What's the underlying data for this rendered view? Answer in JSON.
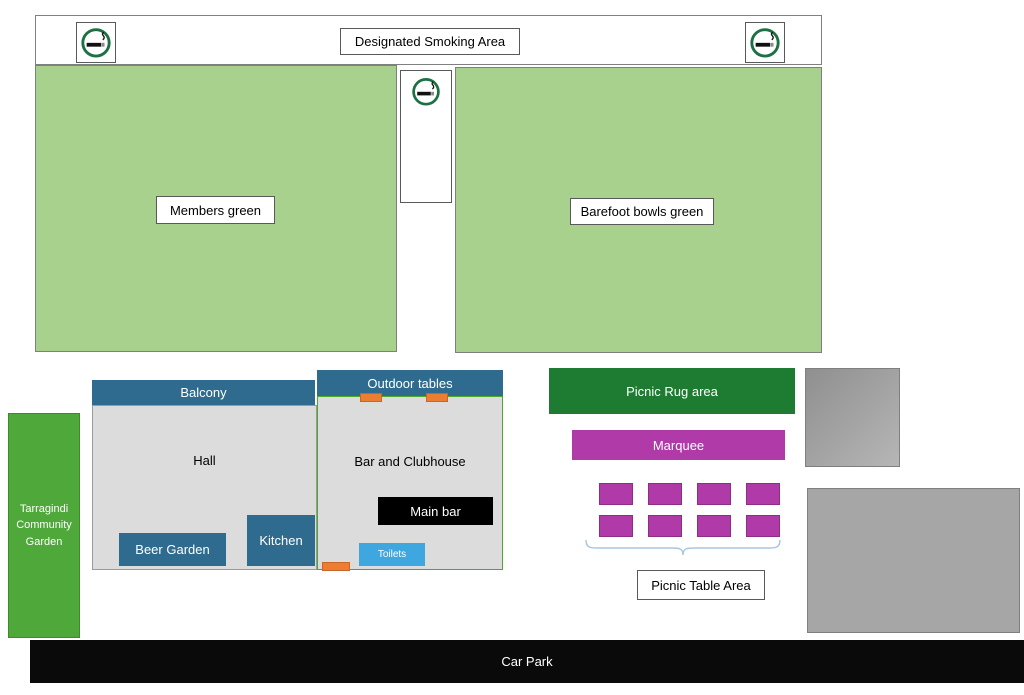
{
  "colors": {
    "green_light": "#A9D18E",
    "green_dark": "#1E7B32",
    "green_garden": "#4FA83A",
    "blue": "#2E6B8E",
    "purple": "#B03BA8",
    "orange": "#ED7D31",
    "toilets_blue": "#3FA7E0",
    "gray_area": "#DCDCDC",
    "gray_block": "#A6A6A6",
    "border_gray": "#7F7F7F",
    "brace_blue": "#A8C6E0",
    "smoking_ring": "#1D7044",
    "car_park_black": "#0A0A0A"
  },
  "banner": {
    "label": "Designated Smoking Area"
  },
  "greens": {
    "members_label": "Members green",
    "barefoot_label": "Barefoot bowls green"
  },
  "clubhouse": {
    "balcony": "Balcony",
    "outdoor_tables": "Outdoor tables",
    "hall": "Hall",
    "bar_and_clubhouse": "Bar and Clubhouse",
    "main_bar": "Main bar",
    "beer_garden": "Beer Garden",
    "kitchen": "Kitchen",
    "toilets": "Toilets"
  },
  "picnic": {
    "rug_area": "Picnic Rug area",
    "marquee": "Marquee",
    "table_area": "Picnic Table Area",
    "table_count": 8
  },
  "left_side": {
    "community_garden": "Tarragindi Community Garden"
  },
  "bottom": {
    "car_park": "Car Park"
  }
}
